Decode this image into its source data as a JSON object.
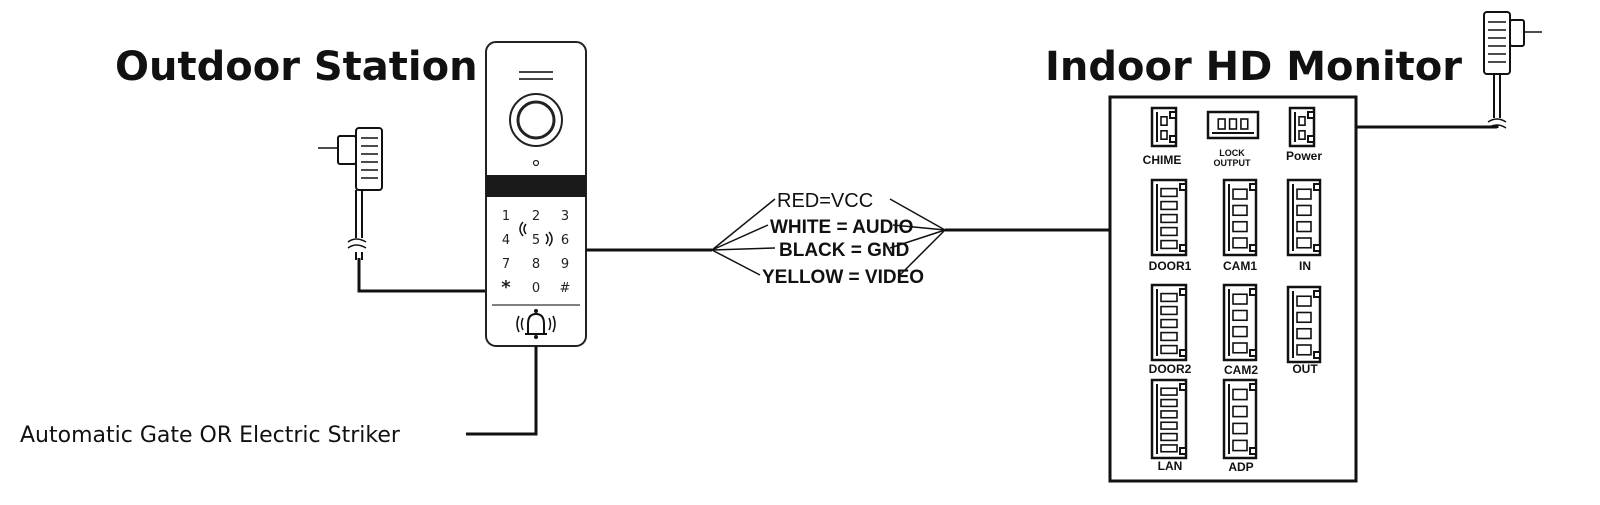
{
  "titles": {
    "outdoor": "Outdoor Station",
    "indoor": "Indoor HD Monitor"
  },
  "wires": {
    "red": "RED=VCC",
    "white": "WHITE = AUDIO",
    "black": "BLACK = GND",
    "yellow": "YELLOW = VIDEO"
  },
  "gate_label": "Automatic Gate OR Electric Striker",
  "keypad": [
    "1",
    "2",
    "3",
    "4",
    "5",
    "6",
    "7",
    "8",
    "9",
    "*",
    "0",
    "#"
  ],
  "ports": {
    "chime": "CHIME",
    "lock_line1": "LOCK",
    "lock_line2": "OUTPUT",
    "power": "Power",
    "door1": "DOOR1",
    "cam1": "CAM1",
    "in": "IN",
    "door2": "DOOR2",
    "cam2": "CAM2",
    "out": "OUT",
    "lan": "LAN",
    "adp": "ADP"
  },
  "icons": {
    "bell": "bell-icon",
    "camera": "camera-lens-icon",
    "nfc": "nfc-icon",
    "plug": "power-plug-icon"
  }
}
